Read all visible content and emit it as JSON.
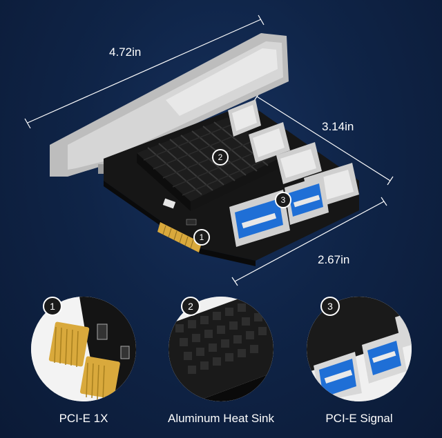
{
  "dimensions": {
    "length": "4.72in",
    "height": "3.14in",
    "width": "2.67in"
  },
  "callouts": {
    "one": "1",
    "two": "2",
    "three": "3"
  },
  "details": [
    {
      "number": "1",
      "caption": "PCI-E 1X"
    },
    {
      "number": "2",
      "caption": "Aluminum Heat Sink"
    },
    {
      "number": "3",
      "caption": "PCI-E Signal"
    }
  ],
  "colors": {
    "background": "#0f2447",
    "pcb": "#161616",
    "bracket": "#c9c9c9",
    "gold": "#d9a93c",
    "usb_blue": "#1f6fd6"
  }
}
